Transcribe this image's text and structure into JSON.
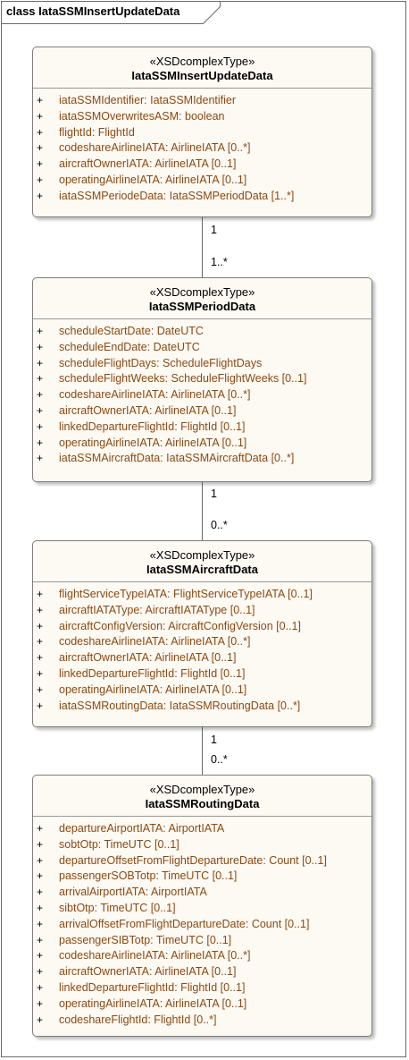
{
  "frame": {
    "title": "class IataSSMInsertUpdateData"
  },
  "classes": [
    {
      "stereotype": "«XSDcomplexType»",
      "name": "IataSSMInsertUpdateData",
      "attributes": [
        {
          "vis": "+",
          "text": "iataSSMIdentifier: IataSSMIdentifier"
        },
        {
          "vis": "+",
          "text": "iataSSMOverwritesASM: boolean"
        },
        {
          "vis": "+",
          "text": "flightId: FlightId"
        },
        {
          "vis": "+",
          "text": "codeshareAirlineIATA: AirlineIATA [0..*]"
        },
        {
          "vis": "+",
          "text": "aircraftOwnerIATA: AirlineIATA [0..1]"
        },
        {
          "vis": "+",
          "text": "operatingAirlineIATA: AirlineIATA [0..1]"
        },
        {
          "vis": "+",
          "text": "iataSSMPeriodeData: IataSSMPeriodData [1..*]"
        }
      ]
    },
    {
      "stereotype": "«XSDcomplexType»",
      "name": "IataSSMPeriodData",
      "attributes": [
        {
          "vis": "+",
          "text": "scheduleStartDate: DateUTC"
        },
        {
          "vis": "+",
          "text": "scheduleEndDate: DateUTC"
        },
        {
          "vis": "+",
          "text": "scheduleFlightDays: ScheduleFlightDays"
        },
        {
          "vis": "+",
          "text": "scheduleFlightWeeks: ScheduleFlightWeeks [0..1]"
        },
        {
          "vis": "+",
          "text": "codeshareAirlineIATA: AirlineIATA [0..*]"
        },
        {
          "vis": "+",
          "text": "aircraftOwnerIATA: AirlineIATA [0..1]"
        },
        {
          "vis": "+",
          "text": "linkedDepartureFlightId: FlightId [0..1]"
        },
        {
          "vis": "+",
          "text": "operatingAirlineIATA: AirlineIATA [0..1]"
        },
        {
          "vis": "+",
          "text": "iataSSMAircraftData: IataSSMAircraftData [0..*]"
        }
      ]
    },
    {
      "stereotype": "«XSDcomplexType»",
      "name": "IataSSMAircraftData",
      "attributes": [
        {
          "vis": "+",
          "text": "flightServiceTypeIATA: FlightServiceTypeIATA [0..1]"
        },
        {
          "vis": "+",
          "text": "aircraftIATAType: AircraftIATAType [0..1]"
        },
        {
          "vis": "+",
          "text": "aircraftConfigVersion: AircraftConfigVersion [0..1]"
        },
        {
          "vis": "+",
          "text": "codeshareAirlineIATA: AirlineIATA [0..*]"
        },
        {
          "vis": "+",
          "text": "aircraftOwnerIATA: AirlineIATA [0..1]"
        },
        {
          "vis": "+",
          "text": "linkedDepartureFlightId: FlightId [0..1]"
        },
        {
          "vis": "+",
          "text": "operatingAirlineIATA: AirlineIATA [0..1]"
        },
        {
          "vis": "+",
          "text": "iataSSMRoutingData: IataSSMRoutingData [0..*]"
        }
      ]
    },
    {
      "stereotype": "«XSDcomplexType»",
      "name": "IataSSMRoutingData",
      "attributes": [
        {
          "vis": "+",
          "text": "departureAirportIATA: AirportIATA"
        },
        {
          "vis": "+",
          "text": "sobtOtp: TimeUTC [0..1]"
        },
        {
          "vis": "+",
          "text": "departureOffsetFromFlightDepartureDate: Count [0..1]"
        },
        {
          "vis": "+",
          "text": "passengerSOBTotp: TimeUTC [0..1]"
        },
        {
          "vis": "+",
          "text": "arrivalAirportIATA: AirportIATA"
        },
        {
          "vis": "+",
          "text": "sibtOtp: TimeUTC [0..1]"
        },
        {
          "vis": "+",
          "text": "arrivalOffsetFromFlightDepartureDate: Count [0..1]"
        },
        {
          "vis": "+",
          "text": "passengerSIBTotp: TimeUTC [0..1]"
        },
        {
          "vis": "+",
          "text": "codeshareAirlineIATA: AirlineIATA [0..*]"
        },
        {
          "vis": "+",
          "text": "aircraftOwnerIATA: AirlineIATA [0..1]"
        },
        {
          "vis": "+",
          "text": "linkedDepartureFlightId: FlightId [0..1]"
        },
        {
          "vis": "+",
          "text": "operatingAirlineIATA: AirlineIATA [0..1]"
        },
        {
          "vis": "+",
          "text": "codeshareFlightId: FlightId [0..*]"
        }
      ]
    }
  ],
  "associations": [
    {
      "source_mult": "1",
      "target_mult": "1..*"
    },
    {
      "source_mult": "1",
      "target_mult": "0..*"
    },
    {
      "source_mult": "1",
      "target_mult": "0..*"
    }
  ]
}
